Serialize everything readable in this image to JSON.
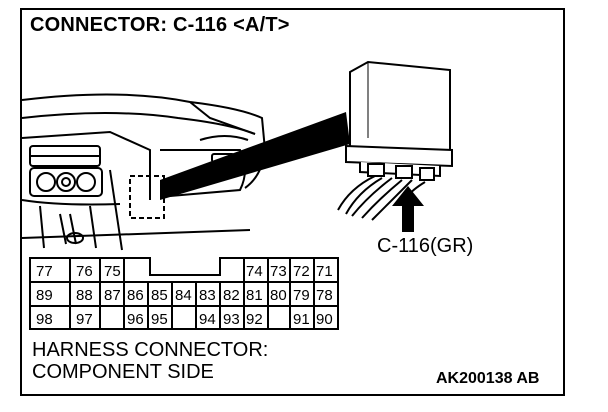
{
  "title": "CONNECTOR: C-116 <A/T>",
  "connector_label": "C-116(GR)",
  "harness": {
    "line1": "HARNESS CONNECTOR:",
    "line2": "COMPONENT SIDE"
  },
  "figure_id": "AK200138 AB",
  "pins": {
    "row1": [
      "77",
      "76",
      "75",
      "74",
      "73",
      "72",
      "71"
    ],
    "row2": [
      "89",
      "88",
      "87",
      "86",
      "85",
      "84",
      "83",
      "82",
      "81",
      "80",
      "79",
      "78"
    ],
    "row3": [
      "98",
      "97",
      "96",
      "95",
      "94",
      "93",
      "92",
      "91",
      "90"
    ]
  }
}
